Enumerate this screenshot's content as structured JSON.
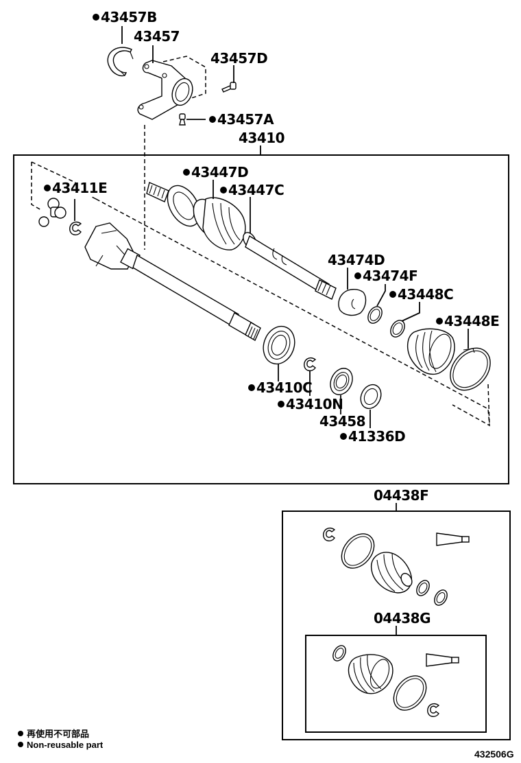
{
  "figure": {
    "id": "432506G",
    "title": "Front drive shaft assembly"
  },
  "legend": {
    "bullet_jp": "再使用不可部品",
    "bullet_en": "Non-reusable part",
    "marker_color": "#000000"
  },
  "labels": {
    "p43457B": "43457B",
    "p43457": "43457",
    "p43457D": "43457D",
    "p43457A": "43457A",
    "p43410": "43410",
    "p43411E": "43411E",
    "p43447D": "43447D",
    "p43447C": "43447C",
    "p43474D": "43474D",
    "p43474F": "43474F",
    "p43448C": "43448C",
    "p43448E": "43448E",
    "p43410C": "43410C",
    "p43410N": "43410N",
    "p43458": "43458",
    "p41336D": "41336D",
    "p04438F": "04438F",
    "p04438G": "04438G"
  },
  "parts": [
    {
      "number": "43457B",
      "non_reusable": true
    },
    {
      "number": "43457",
      "non_reusable": false
    },
    {
      "number": "43457D",
      "non_reusable": false
    },
    {
      "number": "43457A",
      "non_reusable": true
    },
    {
      "number": "43410",
      "non_reusable": false
    },
    {
      "number": "43411E",
      "non_reusable": true
    },
    {
      "number": "43447D",
      "non_reusable": true
    },
    {
      "number": "43447C",
      "non_reusable": true
    },
    {
      "number": "43474D",
      "non_reusable": false
    },
    {
      "number": "43474F",
      "non_reusable": true
    },
    {
      "number": "43448C",
      "non_reusable": true
    },
    {
      "number": "43448E",
      "non_reusable": true
    },
    {
      "number": "43410C",
      "non_reusable": true
    },
    {
      "number": "43410N",
      "non_reusable": true
    },
    {
      "number": "43458",
      "non_reusable": false
    },
    {
      "number": "41336D",
      "non_reusable": true
    },
    {
      "number": "04438F",
      "non_reusable": false
    },
    {
      "number": "04438G",
      "non_reusable": false
    }
  ]
}
